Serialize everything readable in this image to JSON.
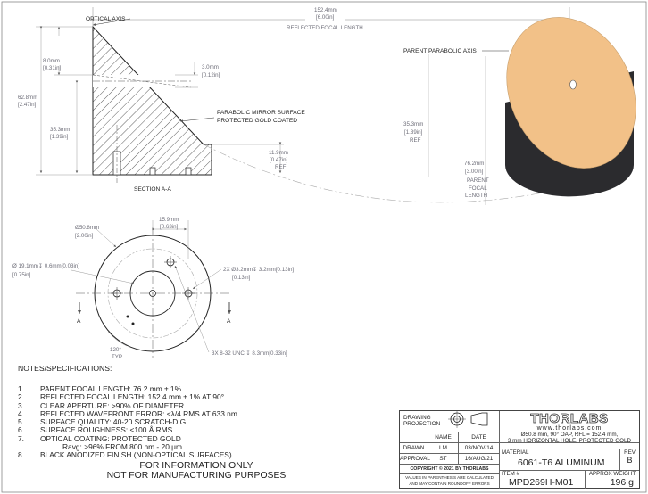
{
  "drawing": {
    "dims": {
      "focal_top_mm": "152.4mm",
      "focal_top_in": "[6.00in]",
      "focal_top_label": "REFLECTED FOCAL LENGTH",
      "d8_mm": "8.0mm",
      "d8_in": "[0.31in]",
      "d62_mm": "62.8mm",
      "d62_in": "[2.47in]",
      "d35_mm": "35.3mm",
      "d35_in": "[1.39in]",
      "d3_mm": "3.0mm",
      "d3_in": "[0.12in]",
      "d11_mm": "11.9mm",
      "d11_in": "[0.47in]",
      "d11_ref": "REF",
      "d35r_mm": "35.3mm",
      "d35r_in": "[1.39in]",
      "d35r_ref": "REF",
      "d76_mm": "76.2mm",
      "d76_in": "[3.00in]",
      "d76_l1": "PARENT",
      "d76_l2": "FOCAL",
      "d76_l3": "LENGTH",
      "d50_mm": "Ø50.8mm",
      "d50_in": "[2.00in]",
      "d15_mm": "15.9mm",
      "d15_in": "[0.63in]",
      "d19_mm": "Ø 19.1mm↧ 0.6mm[0.03in]",
      "d19_in": "[0.75in]",
      "d2x_mm": "2X Ø3.2mm↧ 3.2mm[0.13in]",
      "d2x_in": "[0.13in]",
      "d3x_mm": "3X 8-32 UNC ↧ 8.3mm[0.33in]",
      "d120": "120°",
      "d120_typ": "TYP"
    },
    "labels": {
      "optical_axis": "OPTICAL AXIS",
      "parent_axis": "PARENT PARABOLIC AXIS",
      "surface1": "PARABOLIC MIRROR SURFACE",
      "surface2": "PROTECTED GOLD COATED",
      "section": "SECTION A-A",
      "a_left": "A",
      "a_right": "A"
    }
  },
  "notes": {
    "title": "NOTES/SPECIFICATIONS:",
    "items": [
      {
        "num": "1.",
        "text": "PARENT FOCAL LENGTH: 76.2 mm ± 1%"
      },
      {
        "num": "2.",
        "text": "REFLECTED FOCAL LENGTH: 152.4 mm ± 1% AT 90°"
      },
      {
        "num": "3.",
        "text": "CLEAR APERTURE: >90% OF DIAMETER"
      },
      {
        "num": "4.",
        "text": "REFLECTED WAVEFRONT ERROR: <λ/4 RMS AT 633 nm"
      },
      {
        "num": "5.",
        "text": "SURFACE QUALITY: 40-20 SCRATCH-DIG"
      },
      {
        "num": "6.",
        "text": "SURFACE ROUGHNESS: <100 Å RMS"
      },
      {
        "num": "7.",
        "text": "OPTICAL COATING: PROTECTED GOLD"
      },
      {
        "num": "8.",
        "text": "BLACK ANODIZED FINISH (NON-OPTICAL SURFACES)"
      }
    ],
    "ravg": "Ravg: >96% FROM 800 nm - 20 μm"
  },
  "info": {
    "line1": "FOR INFORMATION ONLY",
    "line2": "NOT FOR MANUFACTURING PURPOSES"
  },
  "title_block": {
    "projection_l1": "DRAWING",
    "projection_l2": "PROJECTION",
    "name_hdr": "NAME",
    "date_hdr": "DATE",
    "drawn_lbl": "DRAWN",
    "drawn_name": "LM",
    "drawn_date": "03/NOV/14",
    "approval_lbl": "APPROVAL",
    "approval_name": "ST",
    "approval_date": "16/AUG/21",
    "copyright": "COPYRIGHT © 2021 BY THORLABS",
    "disclaimer1": "VALUES IN PARENTHESIS ARE CALCULATED",
    "disclaimer2": "AND MAY CONTAIN ROUNDOFF ERRORS",
    "brand": "THORLABS",
    "website": "www.thorlabs.com",
    "desc1": "Ø50.8 mm, 90° OAP, RFL = 152.4 mm,",
    "desc2": "3 mm HORIZONTAL HOLE, PROTECTED GOLD",
    "material_lbl": "MATERIAL",
    "material": "6061-T6 ALUMINUM",
    "rev_lbl": "REV",
    "rev": "B",
    "item_lbl": "ITEM #",
    "item": "MPD269H-M01",
    "weight_lbl": "APPROX WEIGHT",
    "weight": "196 g"
  },
  "colors": {
    "gold": "#f2c188",
    "body_black": "#2b2b2e",
    "dim_text": "#6d6d78"
  }
}
